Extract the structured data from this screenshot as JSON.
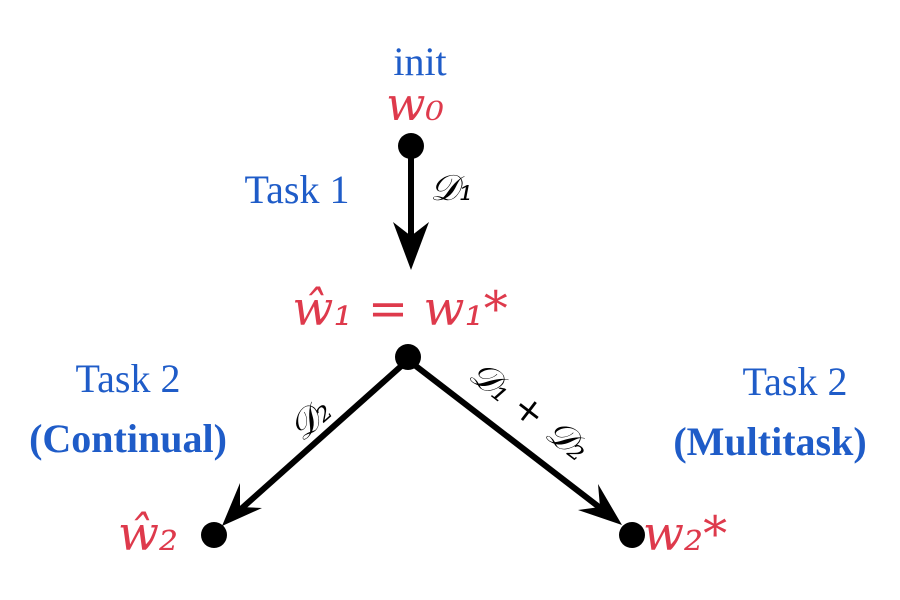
{
  "nodes": {
    "init_label": "init",
    "w0": "w₀",
    "w1": "ŵ₁ = w₁*",
    "w2_continual": "ŵ₂",
    "w2_multitask": "w₂*"
  },
  "tasks": {
    "task1": "Task 1",
    "task2_left": "Task 2",
    "task2_left_mode": "(Continual)",
    "task2_right": "Task 2",
    "task2_right_mode": "(Multitask)"
  },
  "edges": {
    "d1": "𝒟₁",
    "d2": "𝒟₂",
    "d1_plus_d2": "𝒟₁ + 𝒟₂"
  },
  "colors": {
    "red": "#de3a4c",
    "blue": "#1f5cc8",
    "black": "#000000"
  }
}
